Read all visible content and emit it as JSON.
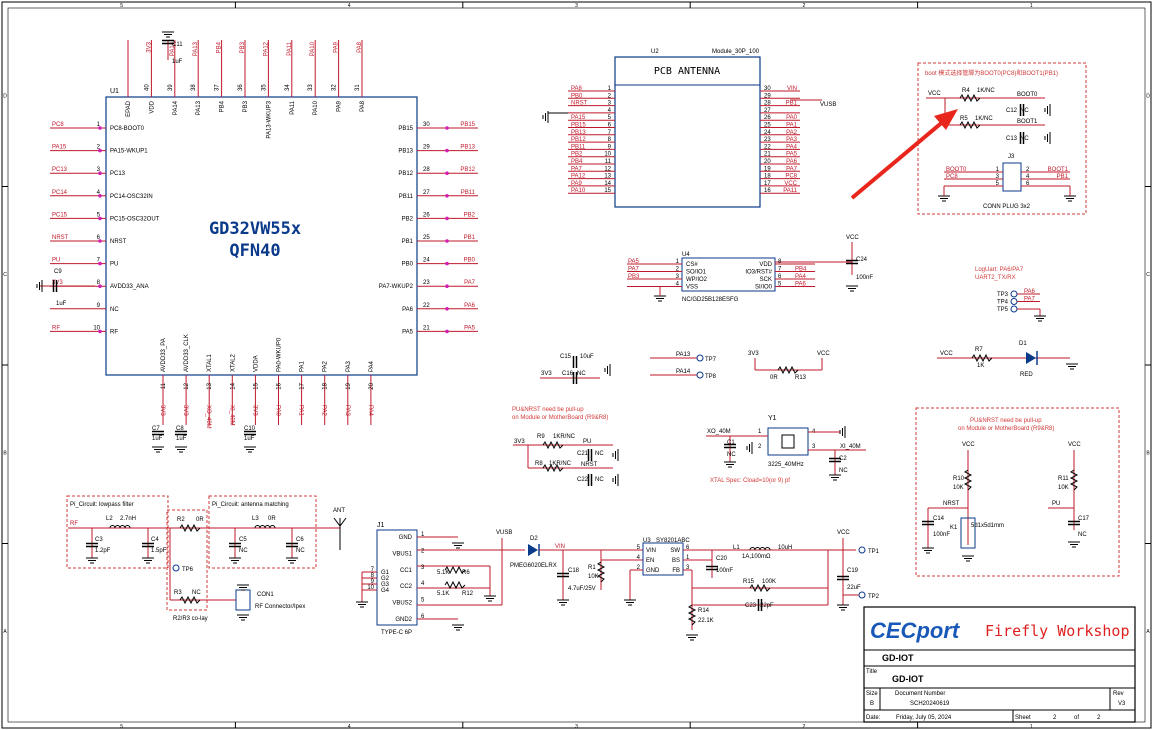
{
  "colors": {
    "wire": "#c0182a",
    "part": "#0a3a8a",
    "ink": "#000000",
    "note": "#d23a3a",
    "arrow": "#e8261c",
    "logo_blue": "#1858b8",
    "logo_red": "#e02020"
  },
  "border": {
    "cols": [
      "5",
      "4",
      "3",
      "2",
      "1"
    ],
    "rows": [
      "D",
      "C",
      "B",
      "A"
    ]
  },
  "mcu": {
    "designator": "U1",
    "name": "GD32VW55x",
    "package": "QFN40",
    "left_pins": [
      {
        "num": "1",
        "name": "PC8-BOOT0",
        "net": "PC8"
      },
      {
        "num": "2",
        "name": "PA15-WKUP1",
        "net": "PA15"
      },
      {
        "num": "3",
        "name": "PC13",
        "net": "PC13"
      },
      {
        "num": "4",
        "name": "PC14-OSC32IN",
        "net": "PC14"
      },
      {
        "num": "5",
        "name": "PC15-OSC32OUT",
        "net": "PC15"
      },
      {
        "num": "6",
        "name": "NRST",
        "net": "NRST"
      },
      {
        "num": "7",
        "name": "PU",
        "net": "PU"
      },
      {
        "num": "8",
        "name": "AVDD33_ANA",
        "net": "3V3"
      },
      {
        "num": "9",
        "name": "NC",
        "net": ""
      },
      {
        "num": "10",
        "name": "RF",
        "net": "RF"
      }
    ],
    "right_pins": [
      {
        "num": "30",
        "name": "PB15",
        "net": "PB15"
      },
      {
        "num": "29",
        "name": "PB13",
        "net": "PB13"
      },
      {
        "num": "28",
        "name": "PB12",
        "net": "PB12"
      },
      {
        "num": "27",
        "name": "PB11",
        "net": "PB11"
      },
      {
        "num": "26",
        "name": "PB2",
        "net": "PB2"
      },
      {
        "num": "25",
        "name": "PB1",
        "net": "PB1"
      },
      {
        "num": "24",
        "name": "PB0",
        "net": "PB0"
      },
      {
        "num": "23",
        "name": "PA7-WKUP2",
        "net": "PA7"
      },
      {
        "num": "22",
        "name": "PA6",
        "net": "PA6"
      },
      {
        "num": "21",
        "name": "PA5",
        "net": "PA5"
      }
    ],
    "top_pins": [
      {
        "num": "",
        "name": "EPAD",
        "net": ""
      },
      {
        "num": "40",
        "name": "VDD",
        "net": "3V3"
      },
      {
        "num": "39",
        "name": "PA14",
        "net": "PA14"
      },
      {
        "num": "38",
        "name": "PA13",
        "net": "PA13"
      },
      {
        "num": "37",
        "name": "PB4",
        "net": "PB4"
      },
      {
        "num": "36",
        "name": "PB3",
        "net": "PB3"
      },
      {
        "num": "35",
        "name": "PA13-WKUP3",
        "net": "PA12"
      },
      {
        "num": "34",
        "name": "PA11",
        "net": "PA11"
      },
      {
        "num": "33",
        "name": "PA10",
        "net": "PA10"
      },
      {
        "num": "32",
        "name": "PA9",
        "net": "PA9"
      },
      {
        "num": "31",
        "name": "PA8",
        "net": "PA8"
      }
    ],
    "bottom_pins": [
      {
        "num": "11",
        "name": "AVDD33_PA",
        "net": "3V3"
      },
      {
        "num": "12",
        "name": "AVDD33_CLK",
        "net": "3V3"
      },
      {
        "num": "13",
        "name": "XTAL1",
        "net": "XO_40M"
      },
      {
        "num": "14",
        "name": "XTAL2",
        "net": "XI_40M"
      },
      {
        "num": "15",
        "name": "VDDA",
        "net": "3V3"
      },
      {
        "num": "16",
        "name": "PA0-WKUP0",
        "net": "PA0"
      },
      {
        "num": "17",
        "name": "PA1",
        "net": "PA1"
      },
      {
        "num": "18",
        "name": "PA2",
        "net": "PA2"
      },
      {
        "num": "19",
        "name": "PA3",
        "net": "PA3"
      },
      {
        "num": "20",
        "name": "PA4",
        "net": "PA4"
      }
    ]
  },
  "caps_mcu": [
    {
      "ref": "C11",
      "val": "1uF"
    },
    {
      "ref": "C9",
      "val": "1uF"
    },
    {
      "ref": "C7",
      "val": "1uF"
    },
    {
      "ref": "C8",
      "val": "1uF"
    },
    {
      "ref": "C10",
      "val": "1uF"
    }
  ],
  "module": {
    "designator": "U2",
    "part": "Module_30P_100",
    "title": "PCB ANTENNA",
    "left": [
      {
        "num": "1",
        "net": "PA8"
      },
      {
        "num": "2",
        "net": "PB0"
      },
      {
        "num": "3",
        "net": "NRST"
      },
      {
        "num": "4",
        "net": ""
      },
      {
        "num": "5",
        "net": "PA15"
      },
      {
        "num": "6",
        "net": "PB15"
      },
      {
        "num": "7",
        "net": "PB13"
      },
      {
        "num": "8",
        "net": "PB12"
      },
      {
        "num": "9",
        "net": "PB11"
      },
      {
        "num": "10",
        "net": "PB2"
      },
      {
        "num": "11",
        "net": "PB4"
      },
      {
        "num": "12",
        "net": "PA7"
      },
      {
        "num": "13",
        "net": "PA12"
      },
      {
        "num": "14",
        "net": "PA9"
      },
      {
        "num": "15",
        "net": "PA10"
      }
    ],
    "right": [
      {
        "num": "30",
        "net": "VIN"
      },
      {
        "num": "29",
        "net": ""
      },
      {
        "num": "28",
        "net": "PB1"
      },
      {
        "num": "27",
        "net": ""
      },
      {
        "num": "26",
        "net": "PA0"
      },
      {
        "num": "25",
        "net": "PA1"
      },
      {
        "num": "24",
        "net": "PA2"
      },
      {
        "num": "23",
        "net": "PA3"
      },
      {
        "num": "22",
        "net": "PA4"
      },
      {
        "num": "21",
        "net": "PA5"
      },
      {
        "num": "20",
        "net": "PA6"
      },
      {
        "num": "19",
        "net": "PA7"
      },
      {
        "num": "18",
        "net": "PC8"
      },
      {
        "num": "17",
        "net": "VCC"
      },
      {
        "num": "16",
        "net": "PA11"
      }
    ],
    "vusb": "VUSB"
  },
  "flash": {
    "designator": "U4",
    "part": "NC/GD25B128ESFG",
    "left": [
      {
        "num": "1",
        "name": "CS#",
        "net": "PA5"
      },
      {
        "num": "2",
        "name": "SO/IO1",
        "net": "PA7"
      },
      {
        "num": "3",
        "name": "WP/IO2",
        "net": "PB3"
      },
      {
        "num": "4",
        "name": "VSS",
        "net": ""
      }
    ],
    "right": [
      {
        "num": "8",
        "name": "VDD",
        "net": ""
      },
      {
        "num": "7",
        "name": "IO3/RST#",
        "net": "PB4"
      },
      {
        "num": "6",
        "name": "SCK",
        "net": "PA4"
      },
      {
        "num": "5",
        "name": "SI/IO0",
        "net": "PA6"
      }
    ],
    "cap": {
      "ref": "C24",
      "val": "100nF"
    },
    "vcc": "VCC"
  },
  "boot": {
    "note": "boot 模式选择管脚为BOOT0(PC8)和BOOT1(PB1)",
    "vcc": "VCC",
    "r4": {
      "ref": "R4",
      "val": "1K/NC"
    },
    "r5": {
      "ref": "R5",
      "val": "1K/NC"
    },
    "c12": {
      "ref": "C12",
      "val": "NC"
    },
    "c13": {
      "ref": "C13",
      "val": "NC"
    },
    "boot0": "BOOT0",
    "boot1": "BOOT1",
    "j3": {
      "ref": "J3",
      "part": "CONN PLUG 3x2",
      "rows": [
        {
          "l": "BOOT0",
          "ln": "1",
          "rn": "2",
          "r": "BOOT1"
        },
        {
          "l": "PC8",
          "ln": "3",
          "rn": "4",
          "r": "PB1"
        },
        {
          "l": "",
          "ln": "5",
          "rn": "6",
          "r": ""
        }
      ]
    }
  },
  "log": {
    "note1": "LogUart: PA6/PA7",
    "note2": "UART2_TX/RX",
    "tps": [
      {
        "ref": "TP3",
        "net": "PA6"
      },
      {
        "ref": "TP4",
        "net": "PA7"
      },
      {
        "ref": "TP5",
        "net": ""
      }
    ]
  },
  "led": {
    "vcc": "VCC",
    "r": {
      "ref": "R7",
      "val": "1K"
    },
    "d": {
      "ref": "D1",
      "val": "RED"
    }
  },
  "misc": {
    "c15": {
      "ref": "C15",
      "val": "10uF"
    },
    "c16": {
      "ref": "C16",
      "val": "NC"
    },
    "v3": "3V3",
    "tp7": {
      "ref": "TP7",
      "net": "PA13"
    },
    "tp8": {
      "ref": "TP8",
      "net": "PA14"
    },
    "r13": {
      "ref": "R13",
      "val": "0R"
    },
    "r13_l": "3V3",
    "r13_r": "VCC"
  },
  "pu_note": {
    "text1": "PU&NRST need be pull-up",
    "text2": "on Module or MotherBoard (R9&R8)",
    "r9": {
      "ref": "R9",
      "val": "1KR/NC"
    },
    "r8": {
      "ref": "R8",
      "val": "1KR/NC"
    },
    "c21": {
      "ref": "C21",
      "val": "NC"
    },
    "c22": {
      "ref": "C22",
      "val": "NC"
    },
    "pu": "PU",
    "nrst": "NRST",
    "v3": "3V3"
  },
  "xtal": {
    "ref": "Y1",
    "val": "3225_40MHz",
    "xo": "XO_40M",
    "xi": "XI_40M",
    "c1": {
      "ref": "C1",
      "val": "NC"
    },
    "c2": {
      "ref": "C2",
      "val": "NC"
    },
    "pins": [
      "1",
      "2",
      "3",
      "4"
    ],
    "note": "XTAL Spec: Cload=10(or 9) pf"
  },
  "reset": {
    "text1": "PU&NRST need be pull-up",
    "text2": "on Module or MotherBoard (R9&R8)",
    "r10": {
      "ref": "R10",
      "val": "10K"
    },
    "r11": {
      "ref": "R11",
      "val": "10K"
    },
    "c14": {
      "ref": "C14",
      "val": "100nF"
    },
    "c17": {
      "ref": "C17",
      "val": "NC"
    },
    "k1": {
      "ref": "K1",
      "val": "5d1x5d1mm"
    },
    "nrst": "NRST",
    "pu": "PU",
    "vcc": "VCC"
  },
  "rf": {
    "title1": "Pi_Circuit: lowpass filter",
    "title2": "Pi_Circuit: antenna matching",
    "net": "RF",
    "ant": "ANT",
    "l2": {
      "ref": "L2",
      "val": "2.7nH"
    },
    "c3": {
      "ref": "C3",
      "val": "1.2pF"
    },
    "c4": {
      "ref": "C4",
      "val": "1.5pF"
    },
    "r2": {
      "ref": "R2",
      "val": "0R"
    },
    "l3": {
      "ref": "L3",
      "val": "0R"
    },
    "c5": {
      "ref": "C5",
      "val": "NC"
    },
    "c6": {
      "ref": "C6",
      "val": "NC"
    },
    "r3": {
      "ref": "R3",
      "val": "NC"
    },
    "tp6": "TP6",
    "con1": {
      "ref": "CON1",
      "val": "RF Connector/Ipex"
    },
    "note": "R2/R3 co-lay"
  },
  "usb": {
    "ref": "J1",
    "part": "TYPE-C 6P",
    "pins": [
      {
        "num": "1",
        "name": "GND"
      },
      {
        "num": "2",
        "name": "VBUS1"
      },
      {
        "num": "3",
        "name": "CC1"
      },
      {
        "num": "4",
        "name": "CC2"
      },
      {
        "num": "5",
        "name": "VBUS2"
      },
      {
        "num": "6",
        "name": "GND2"
      }
    ],
    "gpins": [
      {
        "num": "7",
        "name": "G1"
      },
      {
        "num": "8",
        "name": "G2"
      },
      {
        "num": "9",
        "name": "G3"
      },
      {
        "num": "10",
        "name": "G4"
      }
    ],
    "r6": {
      "ref": "R6",
      "val": "5.1K"
    },
    "r12": {
      "ref": "R12",
      "val": "5.1K"
    },
    "vusb": "VUSB"
  },
  "power": {
    "d2": {
      "ref": "D2",
      "val": "PMEG6020ELRX"
    },
    "vin": "VIN",
    "c18": {
      "ref": "C18",
      "val": "4.7uF/25V"
    },
    "r1": {
      "ref": "R1",
      "val": "10K"
    },
    "u3": {
      "ref": "U3",
      "part": "SY8201ABC",
      "pins": [
        {
          "num": "5",
          "name": "VIN"
        },
        {
          "num": "4",
          "name": "EN"
        },
        {
          "num": "2",
          "name": "GND"
        },
        {
          "num": "6",
          "name": "SW"
        },
        {
          "num": "1",
          "name": "BS"
        },
        {
          "num": "3",
          "name": "FB"
        }
      ]
    },
    "c20": {
      "ref": "C20",
      "val": "100nF"
    },
    "l1": {
      "ref": "L1",
      "val": "1A,100mΩ"
    },
    "l1v": "10uH",
    "r15": {
      "ref": "R15",
      "val": "100K"
    },
    "c23": {
      "ref": "C23",
      "val": "22pF"
    },
    "r14": {
      "ref": "R14",
      "val": "22.1K"
    },
    "c19": {
      "ref": "C19",
      "val": "22uF"
    },
    "vcc": "VCC",
    "tp1": "TP1",
    "tp2": "TP2"
  },
  "title_block": {
    "logo1": "CECport",
    "logo2": "Firefly Workshop",
    "title_label": "Title",
    "title": "GD-IOT",
    "sub": "GD-IOT",
    "size_label": "Size",
    "size": "B",
    "doc_label": "Document Number",
    "doc": "SCH20240619",
    "rev_label": "Rev",
    "rev": "V3",
    "date_label": "Date:",
    "date": "Friday, July 05, 2024",
    "sheet_label": "Sheet",
    "sheet": "2",
    "of_label": "of",
    "of": "2"
  }
}
